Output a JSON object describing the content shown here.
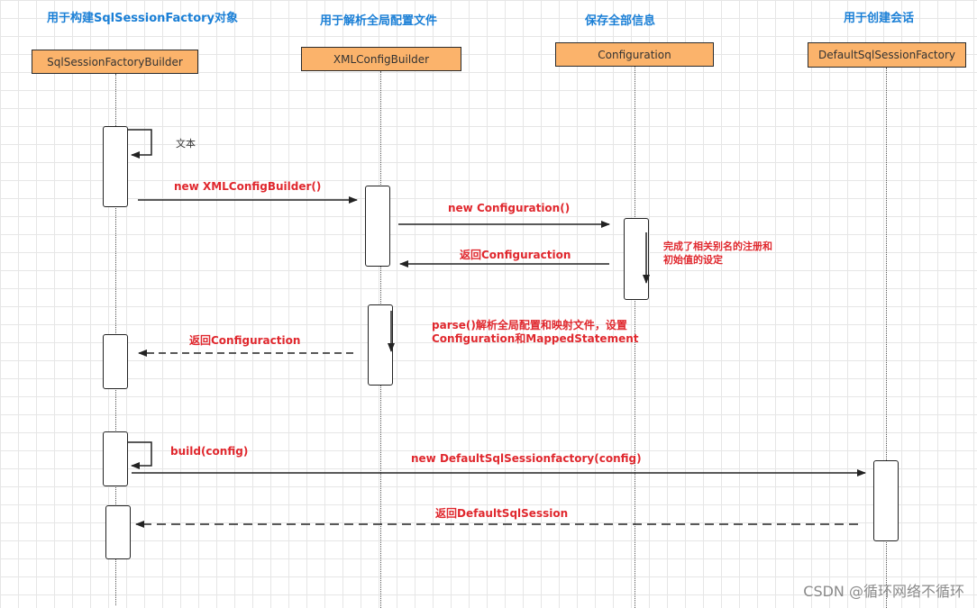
{
  "headings": {
    "builder": "用于构建SqlSessionFactory对象",
    "xml": "用于解析全局配置文件",
    "config": "保存全部信息",
    "factory": "用于创建会话"
  },
  "participants": {
    "builder": "SqlSessionFactoryBuilder",
    "xml": "XMLConfigBuilder",
    "config": "Configuration",
    "factory": "DefaultSqlSessionFactory"
  },
  "messages": {
    "self_text": "文本",
    "new_xml": "new XMLConfigBuilder()",
    "new_config": "new Configuration()",
    "return_config_1": "返回Configuraction",
    "note_alias_line1": "完成了相关别名的注册和",
    "note_alias_line2": "初始值的设定",
    "parse_line1": "parse()解析全局配置和映射文件，设置",
    "parse_line2": "Configuration和MappedStatement",
    "return_config_2": "返回Configuraction",
    "build": "build(config)",
    "new_factory": "new DefaultSqlSessionfactory(config)",
    "return_session": "返回DefaultSqlSession"
  },
  "watermark": "CSDN @循环网络不循环",
  "colors": {
    "heading": "#1a7fd6",
    "participant_fill": "#fbb36b",
    "message_text": "#e0282e",
    "line": "#222222"
  }
}
